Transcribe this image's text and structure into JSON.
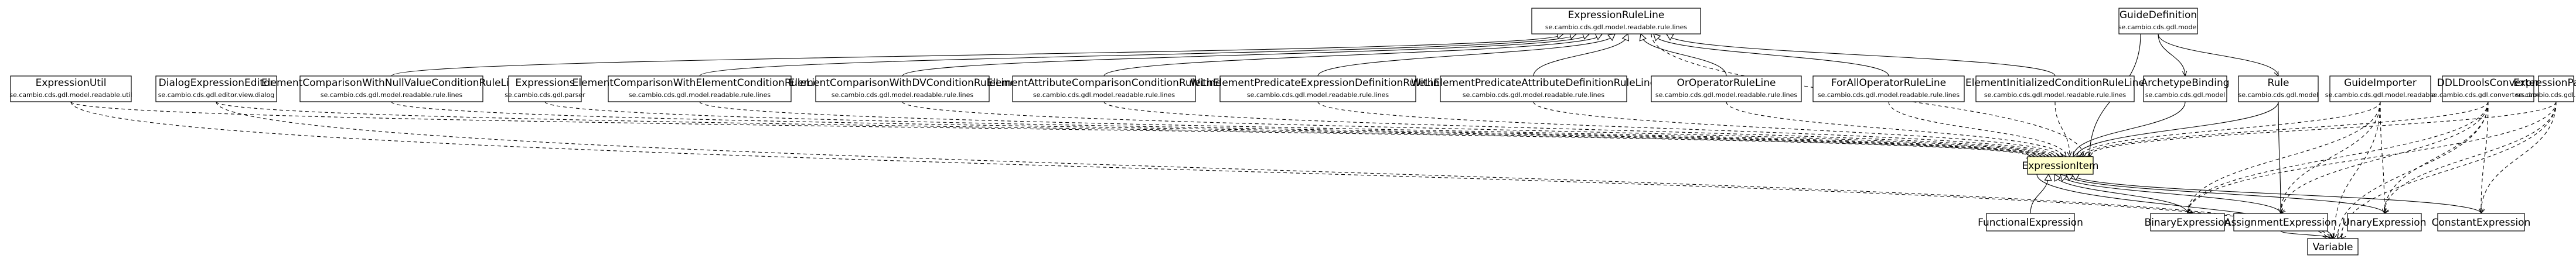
{
  "nodes": {
    "ExpressionRuleLine": {
      "label": "ExpressionRuleLine",
      "pkg": "se.cambio.cds.gdl.model.readable.rule.lines"
    },
    "GuideDefinition": {
      "label": "GuideDefinition",
      "pkg": "se.cambio.cds.gdl.model"
    },
    "ExpressionUtil": {
      "label": "ExpressionUtil",
      "pkg": "se.cambio.cds.gdl.model.readable.util"
    },
    "DialogExpressionEditor": {
      "label": "DialogExpressionEditor",
      "pkg": "se.cambio.cds.gdl.editor.view.dialog"
    },
    "ElementComparisonWithNullValueConditionRuleLine": {
      "label": "ElementComparisonWithNullValueConditionRuleLine",
      "pkg": "se.cambio.cds.gdl.model.readable.rule.lines"
    },
    "Expressions": {
      "label": "Expressions",
      "pkg": "se.cambio.cds.gdl.parser"
    },
    "ElementComparisonWithElementConditionRuleLine": {
      "label": "ElementComparisonWithElementConditionRuleLine",
      "pkg": "se.cambio.cds.gdl.model.readable.rule.lines"
    },
    "ElementComparisonWithDVConditionRuleLine": {
      "label": "ElementComparisonWithDVConditionRuleLine",
      "pkg": "se.cambio.cds.gdl.model.readable.rule.lines"
    },
    "ElementAttributeComparisonConditionRuleLine": {
      "label": "ElementAttributeComparisonConditionRuleLine",
      "pkg": "se.cambio.cds.gdl.model.readable.rule.lines"
    },
    "WithElementPredicateExpressionDefinitionRuleLine": {
      "label": "WithElementPredicateExpressionDefinitionRuleLine",
      "pkg": "se.cambio.cds.gdl.model.readable.rule.lines"
    },
    "WithElementPredicateAttributeDefinitionRuleLine": {
      "label": "WithElementPredicateAttributeDefinitionRuleLine",
      "pkg": "se.cambio.cds.gdl.model.readable.rule.lines"
    },
    "OrOperatorRuleLine": {
      "label": "OrOperatorRuleLine",
      "pkg": "se.cambio.cds.gdl.model.readable.rule.lines"
    },
    "ForAllOperatorRuleLine": {
      "label": "ForAllOperatorRuleLine",
      "pkg": "se.cambio.cds.gdl.model.readable.rule.lines"
    },
    "ElementInitializedConditionRuleLine": {
      "label": "ElementInitializedConditionRuleLine",
      "pkg": "se.cambio.cds.gdl.model.readable.rule.lines"
    },
    "ArchetypeBinding": {
      "label": "ArchetypeBinding",
      "pkg": "se.cambio.cds.gdl.model"
    },
    "Rule": {
      "label": "Rule",
      "pkg": "se.cambio.cds.gdl.model"
    },
    "GuideImporter": {
      "label": "GuideImporter",
      "pkg": "se.cambio.cds.gdl.model.readable"
    },
    "DDLDroolsConverter": {
      "label": "DDLDroolsConverter",
      "pkg": "se.cambio.cds.gdl.converters.drools"
    },
    "ExpressionParser": {
      "label": "ExpressionParser",
      "pkg": "se.cambio.cds.gdl.parser"
    },
    "ExpressionItem": {
      "label": "ExpressionItem",
      "pkg": ""
    },
    "FunctionalExpression": {
      "label": "FunctionalExpression",
      "pkg": ""
    },
    "BinaryExpression": {
      "label": "BinaryExpression",
      "pkg": ""
    },
    "AssignmentExpression": {
      "label": "AssignmentExpression",
      "pkg": ""
    },
    "UnaryExpression": {
      "label": "UnaryExpression",
      "pkg": ""
    },
    "ConstantExpression": {
      "label": "ConstantExpression",
      "pkg": ""
    },
    "Variable": {
      "label": "Variable",
      "pkg": ""
    }
  }
}
